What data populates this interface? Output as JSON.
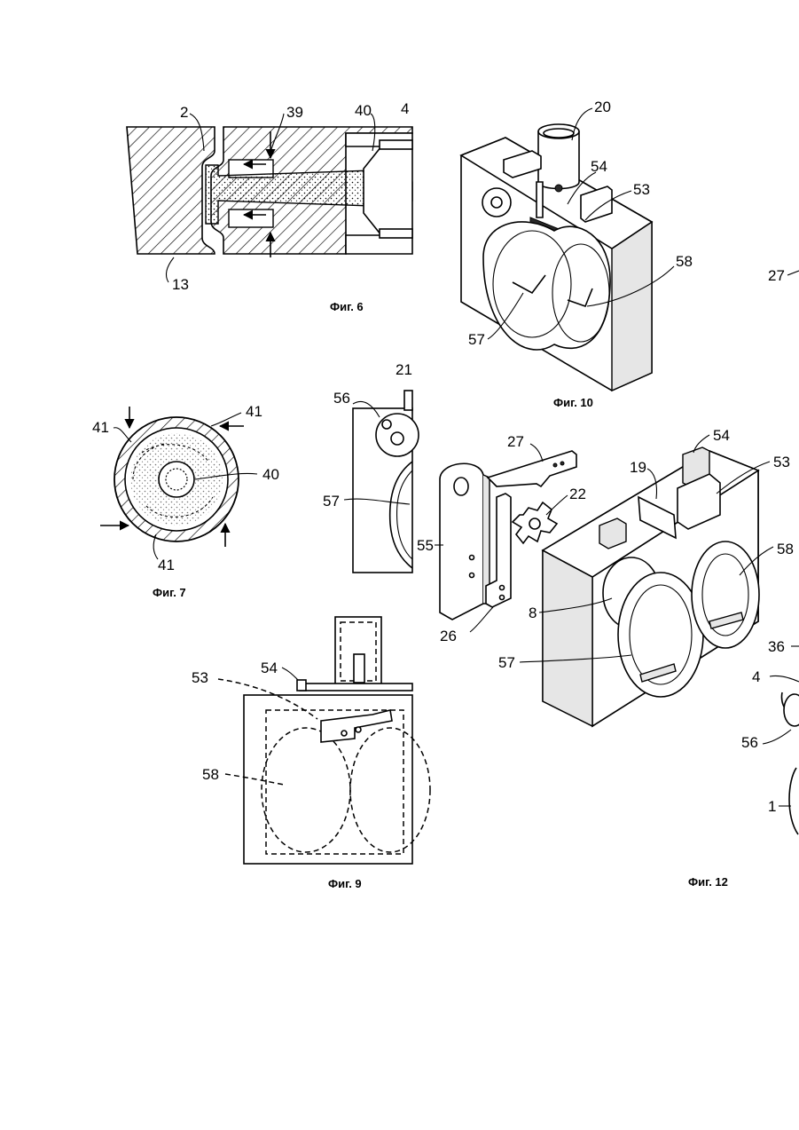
{
  "figures": {
    "fig6": {
      "caption": "Фиг. 6",
      "labels": {
        "l2": "2",
        "l39": "39",
        "l40": "40",
        "l4": "4",
        "l13": "13"
      }
    },
    "fig7": {
      "caption": "Фиг. 7",
      "labels": {
        "l41a": "41",
        "l41b": "41",
        "l41c": "41",
        "l40": "40"
      }
    },
    "fig8": {
      "labels": {
        "l21": "21",
        "l56": "56",
        "l57": "57"
      }
    },
    "fig9": {
      "caption": "Фиг. 9",
      "labels": {
        "l53": "53",
        "l54": "54",
        "l58": "58"
      }
    },
    "fig10": {
      "caption": "Фиг. 10",
      "labels": {
        "l20": "20",
        "l54": "54",
        "l53": "53",
        "l58": "58",
        "l57": "57"
      }
    },
    "fig11": {
      "labels": {
        "l27": "27",
        "l36": "36",
        "l4": "4",
        "l56": "56",
        "l1": "1"
      }
    },
    "fig12": {
      "caption": "Фиг. 12",
      "labels": {
        "l27": "27",
        "l54": "54",
        "l53": "53",
        "l19": "19",
        "l22": "22",
        "l55": "55",
        "l58": "58",
        "l8": "8",
        "l26": "26",
        "l57": "57"
      }
    }
  },
  "colors": {
    "ink": "#000000",
    "paper": "#ffffff",
    "hatch": "#000000"
  }
}
